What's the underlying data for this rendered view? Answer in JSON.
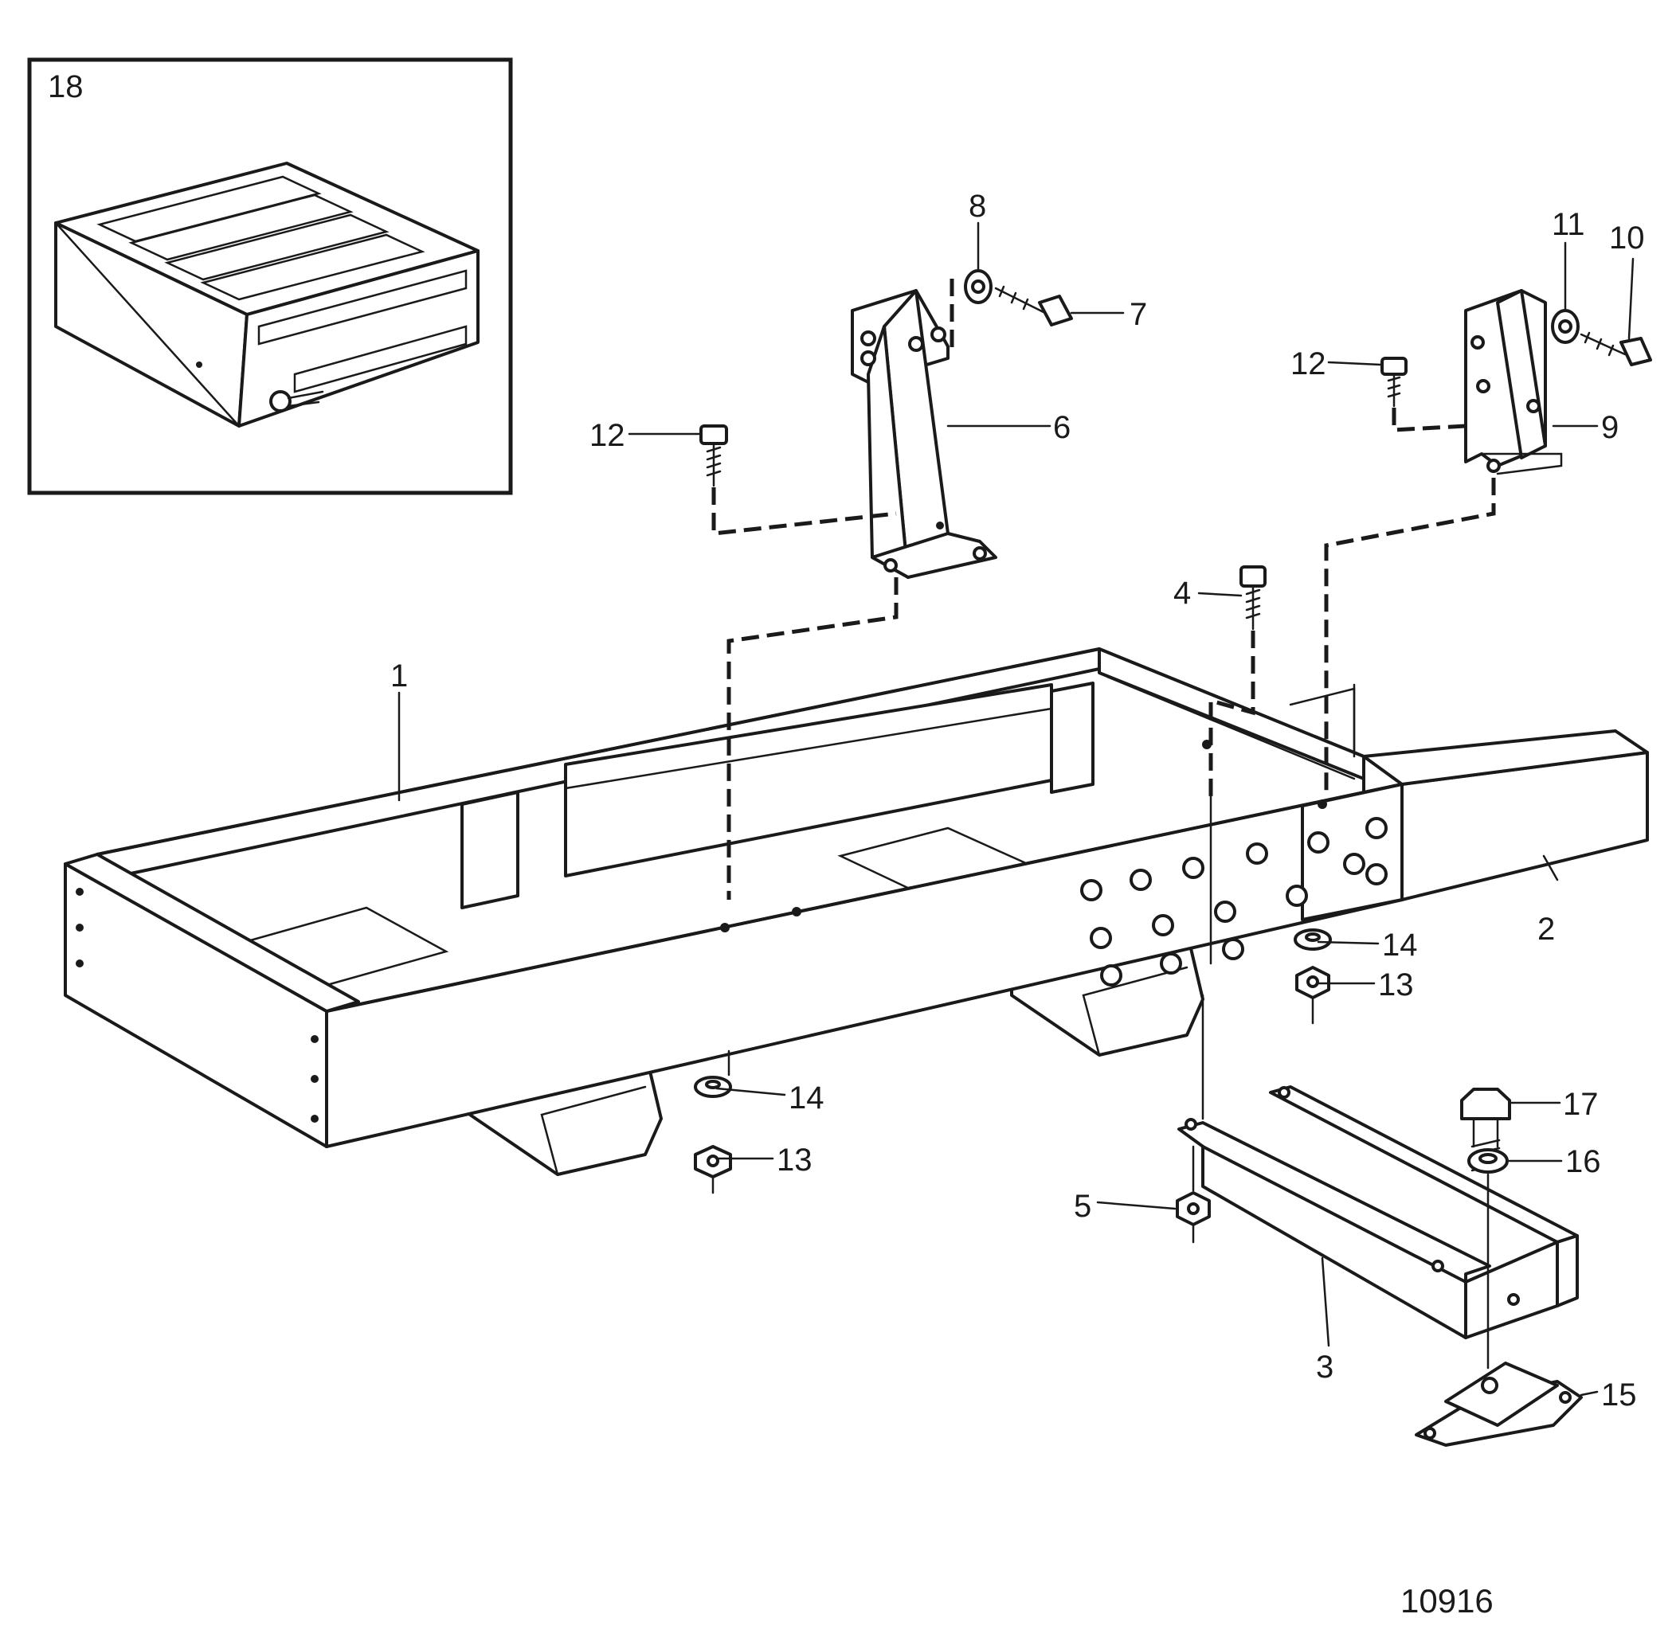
{
  "callouts": [
    {
      "id": "1",
      "text": "1"
    },
    {
      "id": "2",
      "text": "2"
    },
    {
      "id": "3",
      "text": "3"
    },
    {
      "id": "4",
      "text": "4"
    },
    {
      "id": "5",
      "text": "5"
    },
    {
      "id": "6",
      "text": "6"
    },
    {
      "id": "7",
      "text": "7"
    },
    {
      "id": "8",
      "text": "8"
    },
    {
      "id": "9",
      "text": "9"
    },
    {
      "id": "10",
      "text": "10"
    },
    {
      "id": "11",
      "text": "11"
    },
    {
      "id": "12a",
      "text": "12"
    },
    {
      "id": "12b",
      "text": "12"
    },
    {
      "id": "13a",
      "text": "13"
    },
    {
      "id": "13b",
      "text": "13"
    },
    {
      "id": "14a",
      "text": "14"
    },
    {
      "id": "14b",
      "text": "14"
    },
    {
      "id": "15",
      "text": "15"
    },
    {
      "id": "16",
      "text": "16"
    },
    {
      "id": "17",
      "text": "17"
    },
    {
      "id": "18",
      "text": "18"
    }
  ],
  "figure_number": "10916"
}
